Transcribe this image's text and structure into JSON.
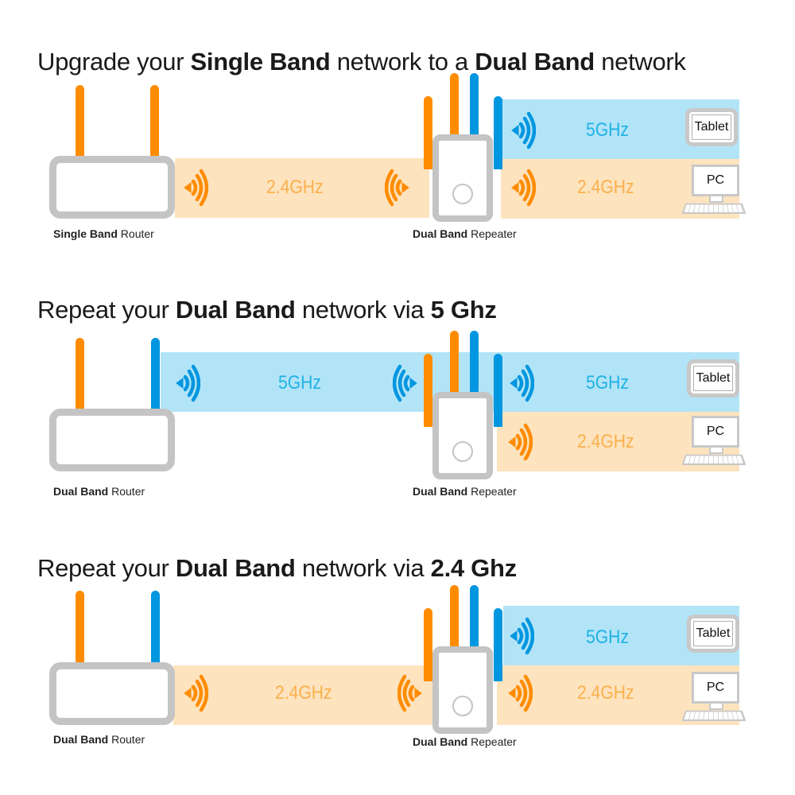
{
  "colors": {
    "band_24ghz": "#fde3be",
    "band_5ghz": "#b2e4f7",
    "antenna_24ghz": "#ff8c00",
    "antenna_5ghz": "#0096e0",
    "device_outline": "#c4c4c4",
    "text_24ghz": "#fbb04c",
    "text_5ghz": "#1fb2e6"
  },
  "sections": [
    {
      "title": {
        "pre": "Upgrade your ",
        "b1": "Single Band",
        "mid": " network to a ",
        "b2": "Dual Band",
        "post": " network"
      },
      "router_label": {
        "bold": "Single Band",
        "rest": " Router"
      },
      "repeater_label": {
        "bold": "Dual Band",
        "rest": " Repeater"
      },
      "uplink_band": "2.4GHz",
      "downlink_5": "5GHz",
      "downlink_24": "2.4GHz",
      "device_tablet": "Tablet",
      "device_pc": "PC"
    },
    {
      "title": {
        "pre": "Repeat your ",
        "b1": "Dual Band",
        "mid": " network via ",
        "b2": "5 Ghz",
        "post": ""
      },
      "router_label": {
        "bold": "Dual Band",
        "rest": " Router"
      },
      "repeater_label": {
        "bold": "Dual Band",
        "rest": " Repeater"
      },
      "uplink_band": "5GHz",
      "downlink_5": "5GHz",
      "downlink_24": "2.4GHz",
      "device_tablet": "Tablet",
      "device_pc": "PC"
    },
    {
      "title": {
        "pre": "Repeat your ",
        "b1": "Dual Band",
        "mid": " network via ",
        "b2": "2.4 Ghz",
        "post": ""
      },
      "router_label": {
        "bold": "Dual Band",
        "rest": " Router"
      },
      "repeater_label": {
        "bold": "Dual Band",
        "rest": " Repeater"
      },
      "uplink_band": "2.4GHz",
      "downlink_5": "5GHz",
      "downlink_24": "2.4GHz",
      "device_tablet": "Tablet",
      "device_pc": "PC"
    }
  ]
}
